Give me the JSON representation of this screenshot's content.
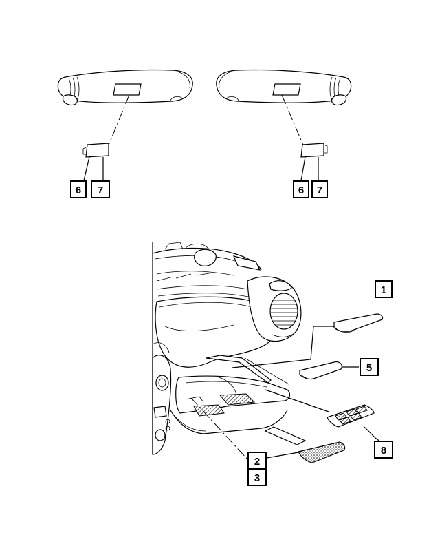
{
  "callouts": [
    {
      "id": "c-1",
      "label": "1"
    },
    {
      "id": "c-2",
      "label": "2"
    },
    {
      "id": "c-3",
      "label": "3"
    },
    {
      "id": "c-5",
      "label": "5"
    },
    {
      "id": "c-6-left",
      "label": "6"
    },
    {
      "id": "c-7-left",
      "label": "7"
    },
    {
      "id": "c-6-right",
      "label": "6"
    },
    {
      "id": "c-7-right",
      "label": "7"
    },
    {
      "id": "c-8",
      "label": "8"
    }
  ]
}
